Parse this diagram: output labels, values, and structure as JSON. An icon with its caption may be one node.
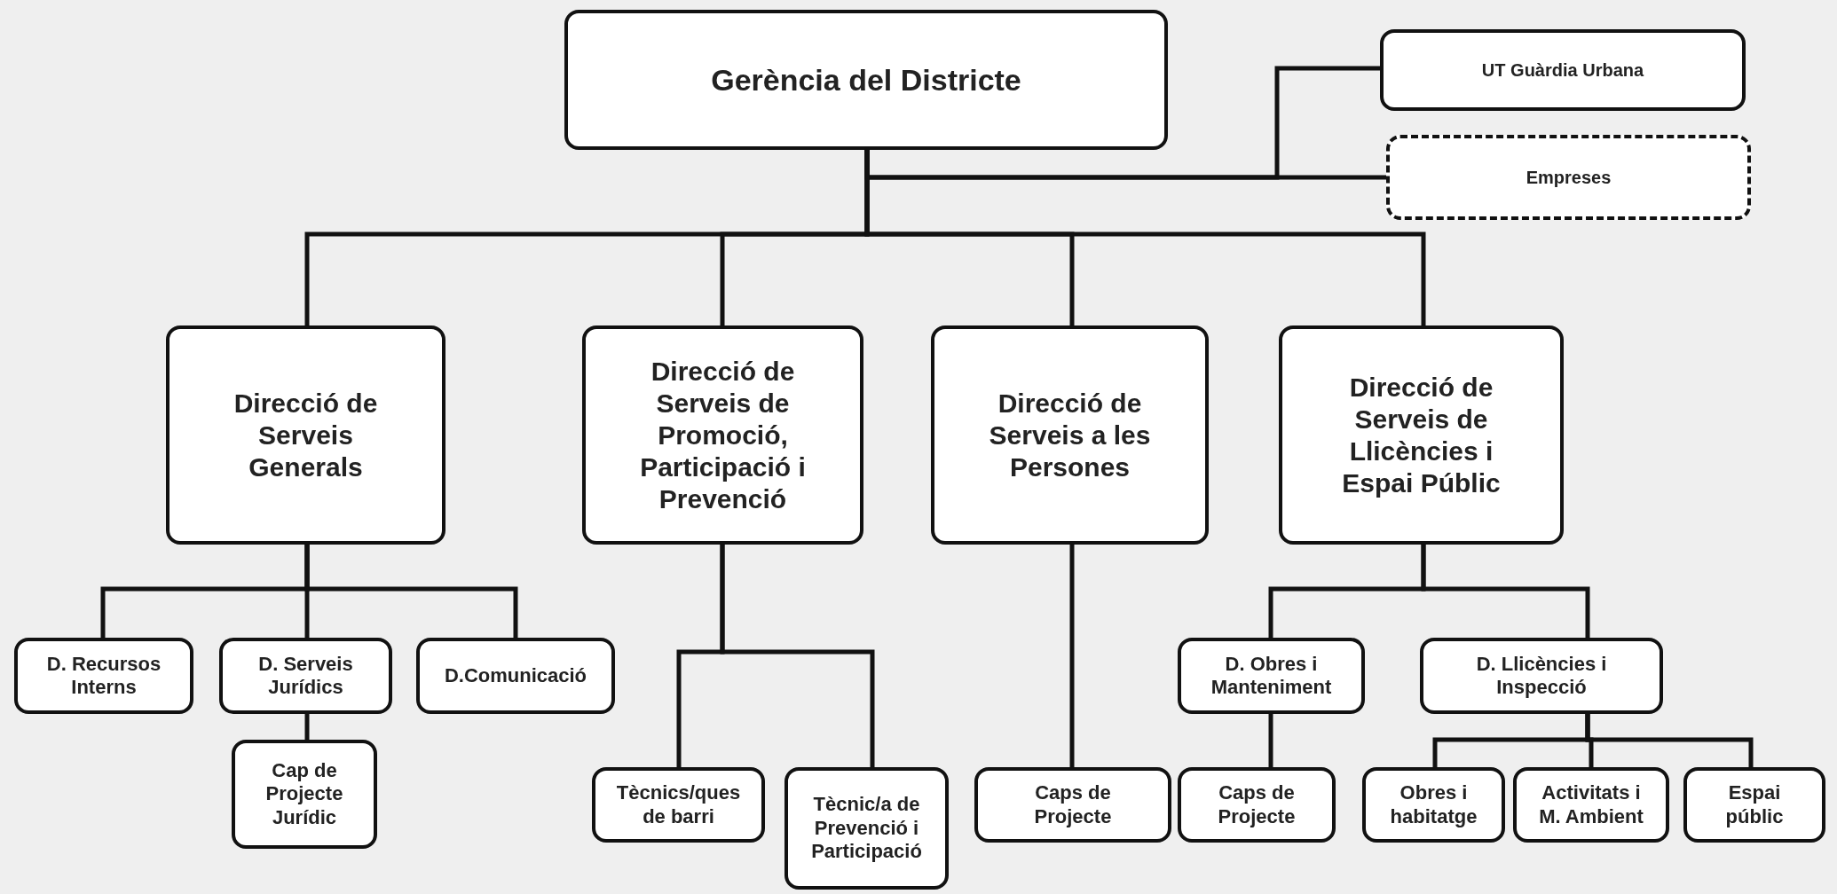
{
  "diagram": {
    "nodes": [
      {
        "text": [
          "Gerència del Districte"
        ]
      },
      {
        "text": [
          "UT Guàrdia Urbana"
        ]
      },
      {
        "text": [
          "Empreses"
        ]
      },
      {
        "text": [
          "Direcció de Serveis Generals"
        ]
      },
      {
        "text": [
          "Direcció de Serveis de Promoció, Participació i Prevenció"
        ]
      },
      {
        "text": [
          "Direcció de Serveis a les Persones"
        ]
      },
      {
        "text": [
          "Direcció de Serveis de Llicències i Espai Públic"
        ]
      },
      {
        "text": [
          "D. Recursos Interns"
        ]
      },
      {
        "text": [
          "D. Serveis Jurídics"
        ]
      },
      {
        "text": [
          "D.Comunicació"
        ]
      },
      {
        "text": [
          "Cap de Projecte Jurídic"
        ]
      },
      {
        "text": [
          "Tècnics/ques de barri"
        ]
      },
      {
        "text": [
          "Tècnic/a de Prevenció i Participació"
        ]
      },
      {
        "text": [
          "Caps de Projecte"
        ]
      },
      {
        "text": [
          "D. Obres i Manteniment"
        ]
      },
      {
        "text": [
          "D. Llicències i Inspecció"
        ]
      },
      {
        "text": [
          "Caps de Projecte"
        ]
      },
      {
        "text": [
          "Obres i habitatge"
        ]
      },
      {
        "text": [
          "Activitats i M. Ambient"
        ]
      },
      {
        "text": [
          "Espai públic"
        ]
      }
    ],
    "edges": [
      {
        "from": 0,
        "to": 1,
        "arrow": "none"
      },
      {
        "from": 0,
        "to": 2,
        "arrow": "none"
      },
      {
        "from": 0,
        "to": 3,
        "arrow": "none"
      },
      {
        "from": 0,
        "to": 4,
        "arrow": "none"
      },
      {
        "from": 0,
        "to": 5,
        "arrow": "none"
      },
      {
        "from": 0,
        "to": 6,
        "arrow": "none"
      },
      {
        "from": 3,
        "to": 7,
        "arrow": "none"
      },
      {
        "from": 3,
        "to": 8,
        "arrow": "none"
      },
      {
        "from": 3,
        "to": 9,
        "arrow": "none"
      },
      {
        "from": 8,
        "to": 10,
        "arrow": "none"
      },
      {
        "from": 4,
        "to": 11,
        "arrow": "none"
      },
      {
        "from": 4,
        "to": 12,
        "arrow": "none"
      },
      {
        "from": 5,
        "to": 13,
        "arrow": "none"
      },
      {
        "from": 6,
        "to": 14,
        "arrow": "none"
      },
      {
        "from": 6,
        "to": 15,
        "arrow": "none"
      },
      {
        "from": 14,
        "to": 16,
        "arrow": "none"
      },
      {
        "from": 15,
        "to": 17,
        "arrow": "none"
      },
      {
        "from": 15,
        "to": 18,
        "arrow": "none"
      },
      {
        "from": 15,
        "to": 19,
        "arrow": "none"
      }
    ]
  }
}
